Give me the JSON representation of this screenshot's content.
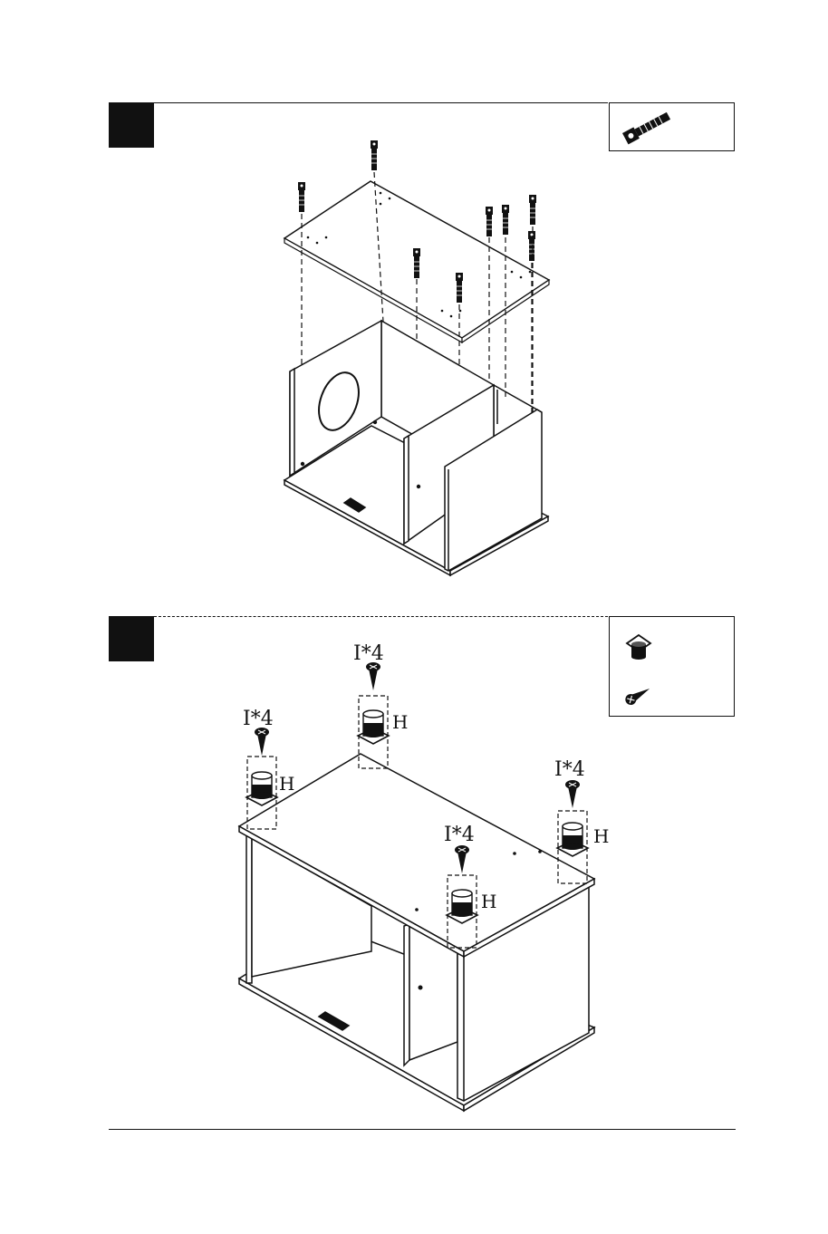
{
  "steps": [
    {
      "hardware": [
        {
          "icon": "cam-bolt-icon"
        }
      ]
    },
    {
      "hardware": [
        {
          "icon": "glide-foot-icon"
        },
        {
          "icon": "screw-icon"
        }
      ],
      "callouts": [
        {
          "qty": "I*4",
          "part": "H"
        },
        {
          "qty": "I*4",
          "part": "H"
        },
        {
          "qty": "I*4",
          "part": "H"
        },
        {
          "qty": "I*4",
          "part": "H"
        }
      ]
    }
  ]
}
